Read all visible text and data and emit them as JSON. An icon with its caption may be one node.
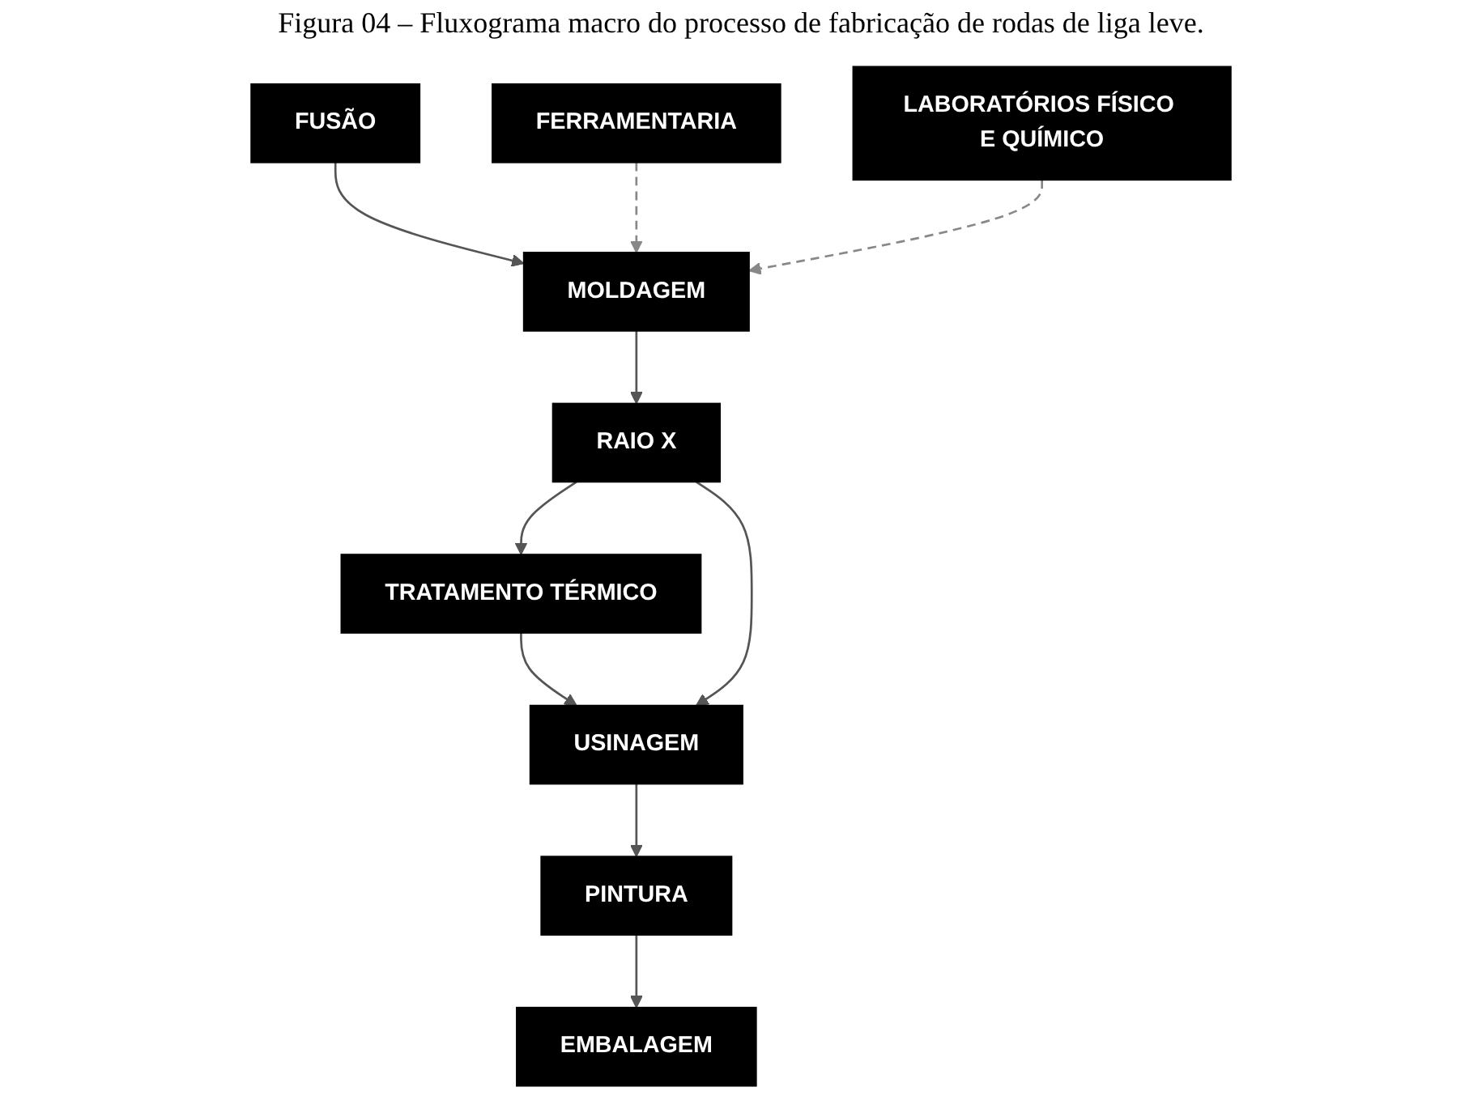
{
  "diagram": {
    "title": "Figura 04 – Fluxograma macro do processo de fabricação de rodas de liga leve.",
    "nodes": [
      {
        "text": [
          "FUSÃO"
        ]
      },
      {
        "text": [
          "MOLDAGEM"
        ]
      },
      {
        "text": [
          "FERRAMENTARIA"
        ]
      },
      {
        "text": [
          "RAIO X"
        ]
      },
      {
        "text": [
          "TRATAMENTO TÉRMICO"
        ]
      },
      {
        "text": [
          "USINAGEM"
        ]
      },
      {
        "text": [
          "LABORATÓRIOS FÍSICO E QUÍMICO"
        ]
      },
      {
        "text": [
          "PINTURA"
        ]
      },
      {
        "text": [
          "EMBALAGEM"
        ]
      }
    ],
    "edges": [
      {
        "from": 0,
        "to": 1,
        "arrow": "to"
      },
      {
        "from": 2,
        "to": 1,
        "arrow": "to",
        "style": "dashed",
        "color": "#888888"
      },
      {
        "from": 1,
        "to": 3,
        "arrow": "to"
      },
      {
        "from": 3,
        "to": 4,
        "arrow": "to"
      },
      {
        "from": 4,
        "to": 5,
        "arrow": "to"
      },
      {
        "from": 3,
        "to": 5,
        "arrow": "to"
      },
      {
        "from": 6,
        "to": 1,
        "arrow": "to",
        "style": "dashed",
        "color": "#888888"
      },
      {
        "from": 5,
        "to": 7,
        "arrow": "to"
      },
      {
        "from": 7,
        "to": 8,
        "arrow": "to"
      }
    ]
  }
}
